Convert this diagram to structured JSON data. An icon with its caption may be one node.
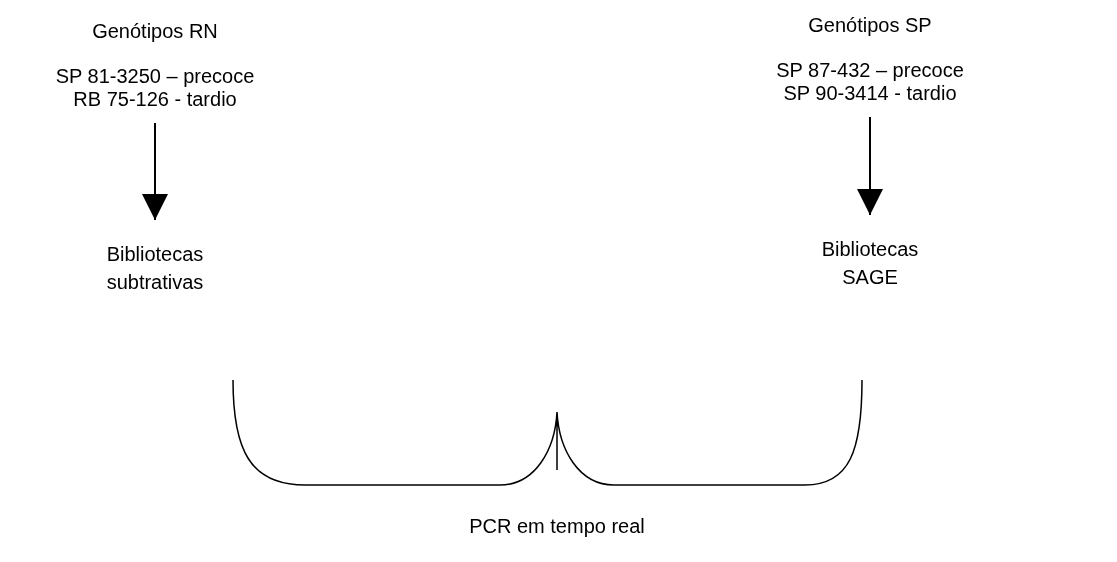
{
  "diagram": {
    "nodes": [
      {
        "text": [
          "Genótipos RN",
          "SP 81-3250 – precoce",
          "RB 75-126 - tardio"
        ]
      },
      {
        "text": [
          "Genótipos SP",
          "SP 87-432 – precoce",
          "SP 90-3414 - tardio"
        ]
      },
      {
        "text": [
          "Bibliotecas subtrativas"
        ]
      },
      {
        "text": [
          "Bibliotecas SAGE"
        ]
      },
      {
        "text": [
          "PCR em tempo real"
        ]
      }
    ],
    "edges": [
      {
        "from": 0,
        "to": 2,
        "arrow": "to"
      },
      {
        "from": 1,
        "to": 3,
        "arrow": "to"
      }
    ]
  }
}
